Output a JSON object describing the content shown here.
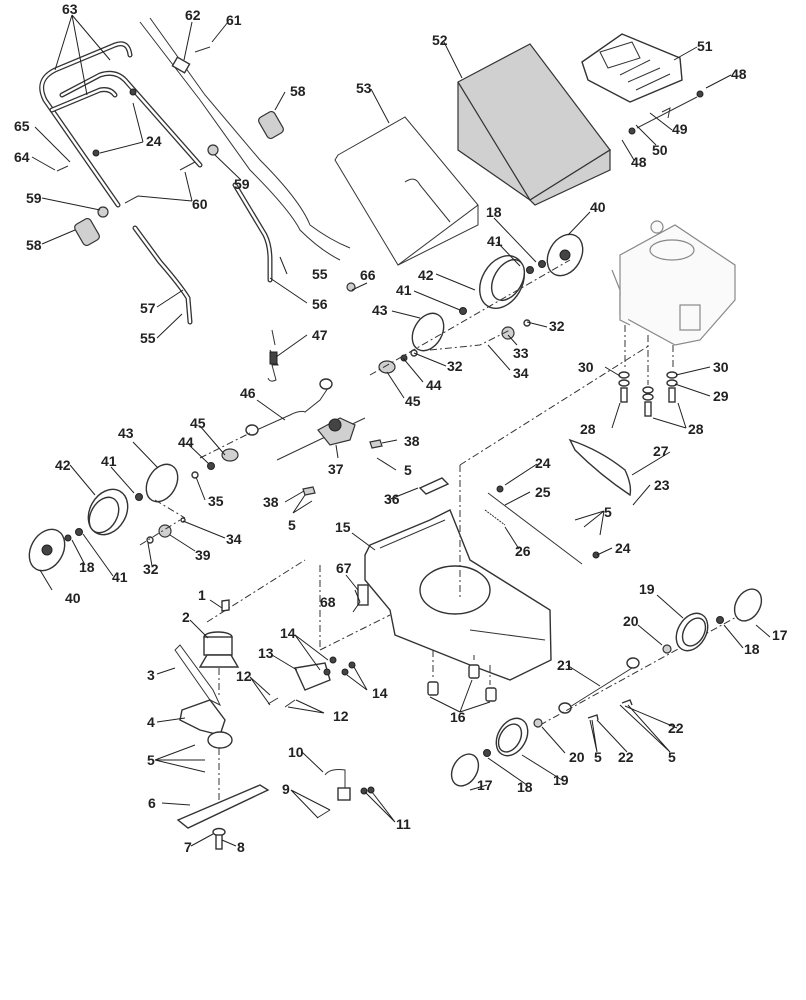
{
  "diagram": {
    "title": "Lawn mower exploded parts diagram",
    "background": "#ffffff",
    "line_color": "#333333",
    "callouts": [
      {
        "id": "63a",
        "label": "63"
      },
      {
        "id": "62",
        "label": "62"
      },
      {
        "id": "61",
        "label": "61"
      },
      {
        "id": "52",
        "label": "52"
      },
      {
        "id": "51",
        "label": "51"
      },
      {
        "id": "48a",
        "label": "48"
      },
      {
        "id": "49",
        "label": "49"
      },
      {
        "id": "50",
        "label": "50"
      },
      {
        "id": "48b",
        "label": "48"
      },
      {
        "id": "53",
        "label": "53"
      },
      {
        "id": "58a",
        "label": "58"
      },
      {
        "id": "24a",
        "label": "24"
      },
      {
        "id": "65",
        "label": "65"
      },
      {
        "id": "64",
        "label": "64"
      },
      {
        "id": "59a",
        "label": "59"
      },
      {
        "id": "59b",
        "label": "59"
      },
      {
        "id": "60",
        "label": "60"
      },
      {
        "id": "58b",
        "label": "58"
      },
      {
        "id": "18a",
        "label": "18"
      },
      {
        "id": "40a",
        "label": "40"
      },
      {
        "id": "41a",
        "label": "41"
      },
      {
        "id": "55a",
        "label": "55"
      },
      {
        "id": "56",
        "label": "56"
      },
      {
        "id": "66",
        "label": "66"
      },
      {
        "id": "42a",
        "label": "42"
      },
      {
        "id": "57",
        "label": "57"
      },
      {
        "id": "41b",
        "label": "41"
      },
      {
        "id": "43a",
        "label": "43"
      },
      {
        "id": "32a",
        "label": "32"
      },
      {
        "id": "33",
        "label": "33"
      },
      {
        "id": "55b",
        "label": "55"
      },
      {
        "id": "47",
        "label": "47"
      },
      {
        "id": "34a",
        "label": "34"
      },
      {
        "id": "32b",
        "label": "32"
      },
      {
        "id": "44a",
        "label": "44"
      },
      {
        "id": "45a",
        "label": "45"
      },
      {
        "id": "30a",
        "label": "30"
      },
      {
        "id": "30b",
        "label": "30"
      },
      {
        "id": "29",
        "label": "29"
      },
      {
        "id": "46",
        "label": "46"
      },
      {
        "id": "28a",
        "label": "28"
      },
      {
        "id": "28b",
        "label": "28"
      },
      {
        "id": "45b",
        "label": "45"
      },
      {
        "id": "38a",
        "label": "38"
      },
      {
        "id": "43b",
        "label": "43"
      },
      {
        "id": "44b",
        "label": "44"
      },
      {
        "id": "37",
        "label": "37"
      },
      {
        "id": "5a",
        "label": "5"
      },
      {
        "id": "27",
        "label": "27"
      },
      {
        "id": "24b",
        "label": "24"
      },
      {
        "id": "42b",
        "label": "42"
      },
      {
        "id": "41c",
        "label": "41"
      },
      {
        "id": "35",
        "label": "35"
      },
      {
        "id": "23",
        "label": "23"
      },
      {
        "id": "38b",
        "label": "38"
      },
      {
        "id": "36",
        "label": "36"
      },
      {
        "id": "25",
        "label": "25"
      },
      {
        "id": "5b",
        "label": "5"
      },
      {
        "id": "5c",
        "label": "5"
      },
      {
        "id": "34b",
        "label": "34"
      },
      {
        "id": "15",
        "label": "15"
      },
      {
        "id": "26",
        "label": "26"
      },
      {
        "id": "39",
        "label": "39"
      },
      {
        "id": "18b",
        "label": "18"
      },
      {
        "id": "41d",
        "label": "41"
      },
      {
        "id": "32c",
        "label": "32"
      },
      {
        "id": "24c",
        "label": "24"
      },
      {
        "id": "40b",
        "label": "40"
      },
      {
        "id": "67",
        "label": "67"
      },
      {
        "id": "1",
        "label": "1"
      },
      {
        "id": "68",
        "label": "68"
      },
      {
        "id": "19a",
        "label": "19"
      },
      {
        "id": "17a",
        "label": "17"
      },
      {
        "id": "2",
        "label": "2"
      },
      {
        "id": "14a",
        "label": "14"
      },
      {
        "id": "20a",
        "label": "20"
      },
      {
        "id": "18c",
        "label": "18"
      },
      {
        "id": "3",
        "label": "3"
      },
      {
        "id": "13",
        "label": "13"
      },
      {
        "id": "12a",
        "label": "12"
      },
      {
        "id": "14b",
        "label": "14"
      },
      {
        "id": "21",
        "label": "21"
      },
      {
        "id": "12b",
        "label": "12"
      },
      {
        "id": "16",
        "label": "16"
      },
      {
        "id": "4",
        "label": "4"
      },
      {
        "id": "22a",
        "label": "22"
      },
      {
        "id": "5d",
        "label": "5"
      },
      {
        "id": "20b",
        "label": "20"
      },
      {
        "id": "5e",
        "label": "5"
      },
      {
        "id": "22b",
        "label": "22"
      },
      {
        "id": "5f",
        "label": "5"
      },
      {
        "id": "10",
        "label": "10"
      },
      {
        "id": "18d",
        "label": "18"
      },
      {
        "id": "19b",
        "label": "19"
      },
      {
        "id": "9",
        "label": "9"
      },
      {
        "id": "17b",
        "label": "17"
      },
      {
        "id": "6",
        "label": "6"
      },
      {
        "id": "11",
        "label": "11"
      },
      {
        "id": "7",
        "label": "7"
      },
      {
        "id": "8",
        "label": "8"
      }
    ]
  }
}
